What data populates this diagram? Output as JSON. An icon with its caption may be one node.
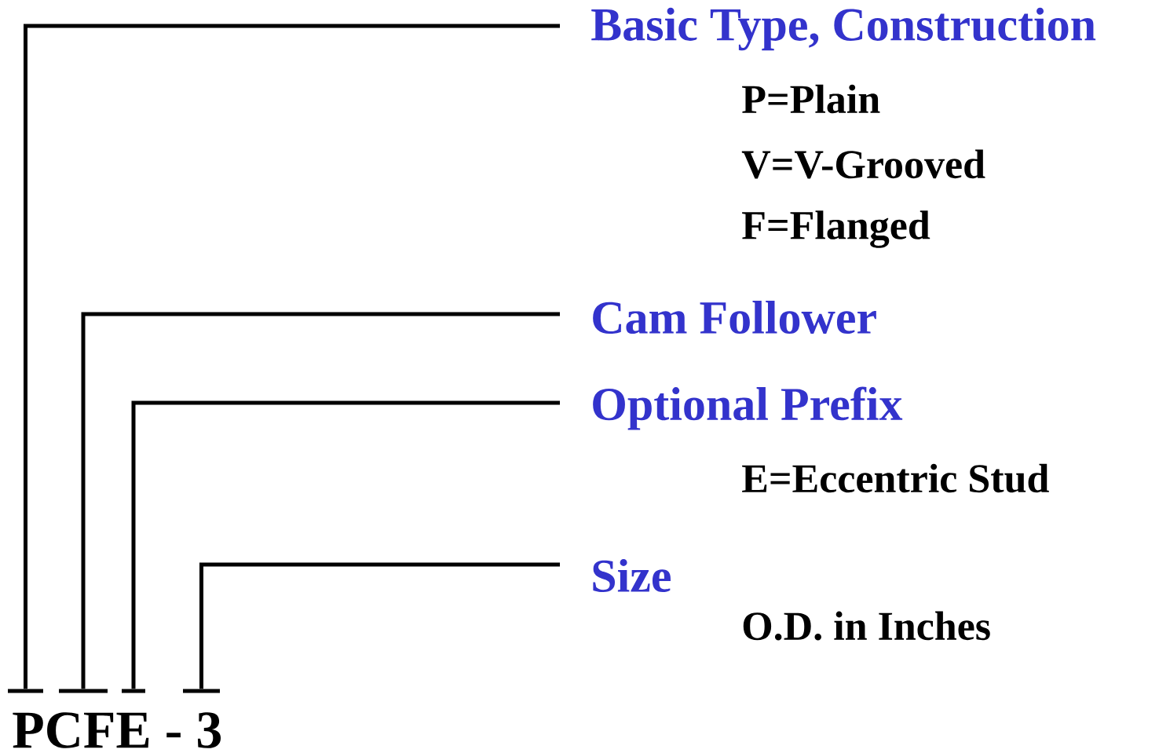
{
  "diagram": {
    "nodes": [
      {
        "text": [
          "Basic Type, Construction"
        ],
        "beside": [
          "P=Plain",
          "V=V-Grooved",
          "F=Flanged"
        ]
      },
      {
        "text": [
          "Cam Follower"
        ]
      },
      {
        "text": [
          "Optional Prefix"
        ],
        "beside": [
          "E=Eccentric Stud"
        ]
      },
      {
        "text": [
          "Size"
        ],
        "beside": [
          "O.D. in Inches"
        ]
      },
      {
        "text": [],
        "shape": "bar"
      },
      {
        "text": [],
        "shape": "bar"
      },
      {
        "text": [],
        "shape": "bar"
      },
      {
        "text": [],
        "shape": "bar"
      }
    ],
    "edges": [
      {
        "from": 0,
        "to": 4,
        "arrow": "none"
      },
      {
        "from": 1,
        "to": 5,
        "arrow": "none"
      },
      {
        "from": 2,
        "to": 6,
        "arrow": "none"
      },
      {
        "from": 3,
        "to": 7,
        "arrow": "none"
      }
    ],
    "labels": [
      "PCFE - 3"
    ]
  }
}
